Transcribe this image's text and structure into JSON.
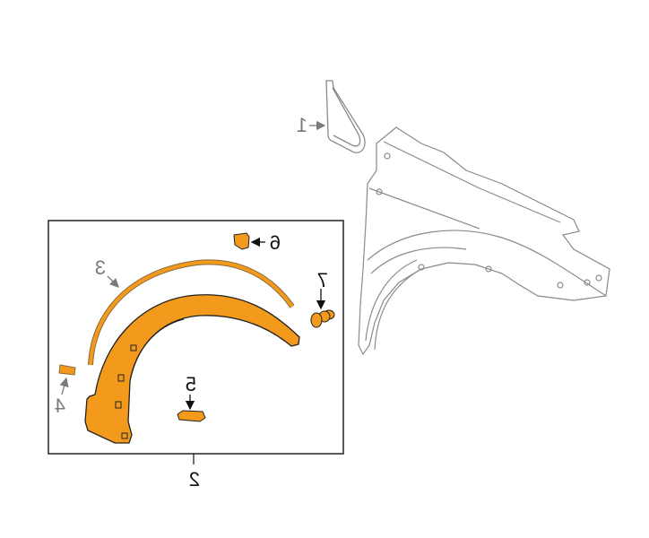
{
  "diagram": {
    "callouts": [
      {
        "id": "1",
        "text": "1"
      },
      {
        "id": "2",
        "text": "2"
      },
      {
        "id": "3",
        "text": "3"
      },
      {
        "id": "4",
        "text": "4"
      },
      {
        "id": "5",
        "text": "5"
      },
      {
        "id": "6",
        "text": "6"
      },
      {
        "id": "7",
        "text": "7"
      }
    ],
    "colors": {
      "part": "#f39a1c",
      "outline": "#8a8a8a",
      "frame": "#222222"
    }
  }
}
